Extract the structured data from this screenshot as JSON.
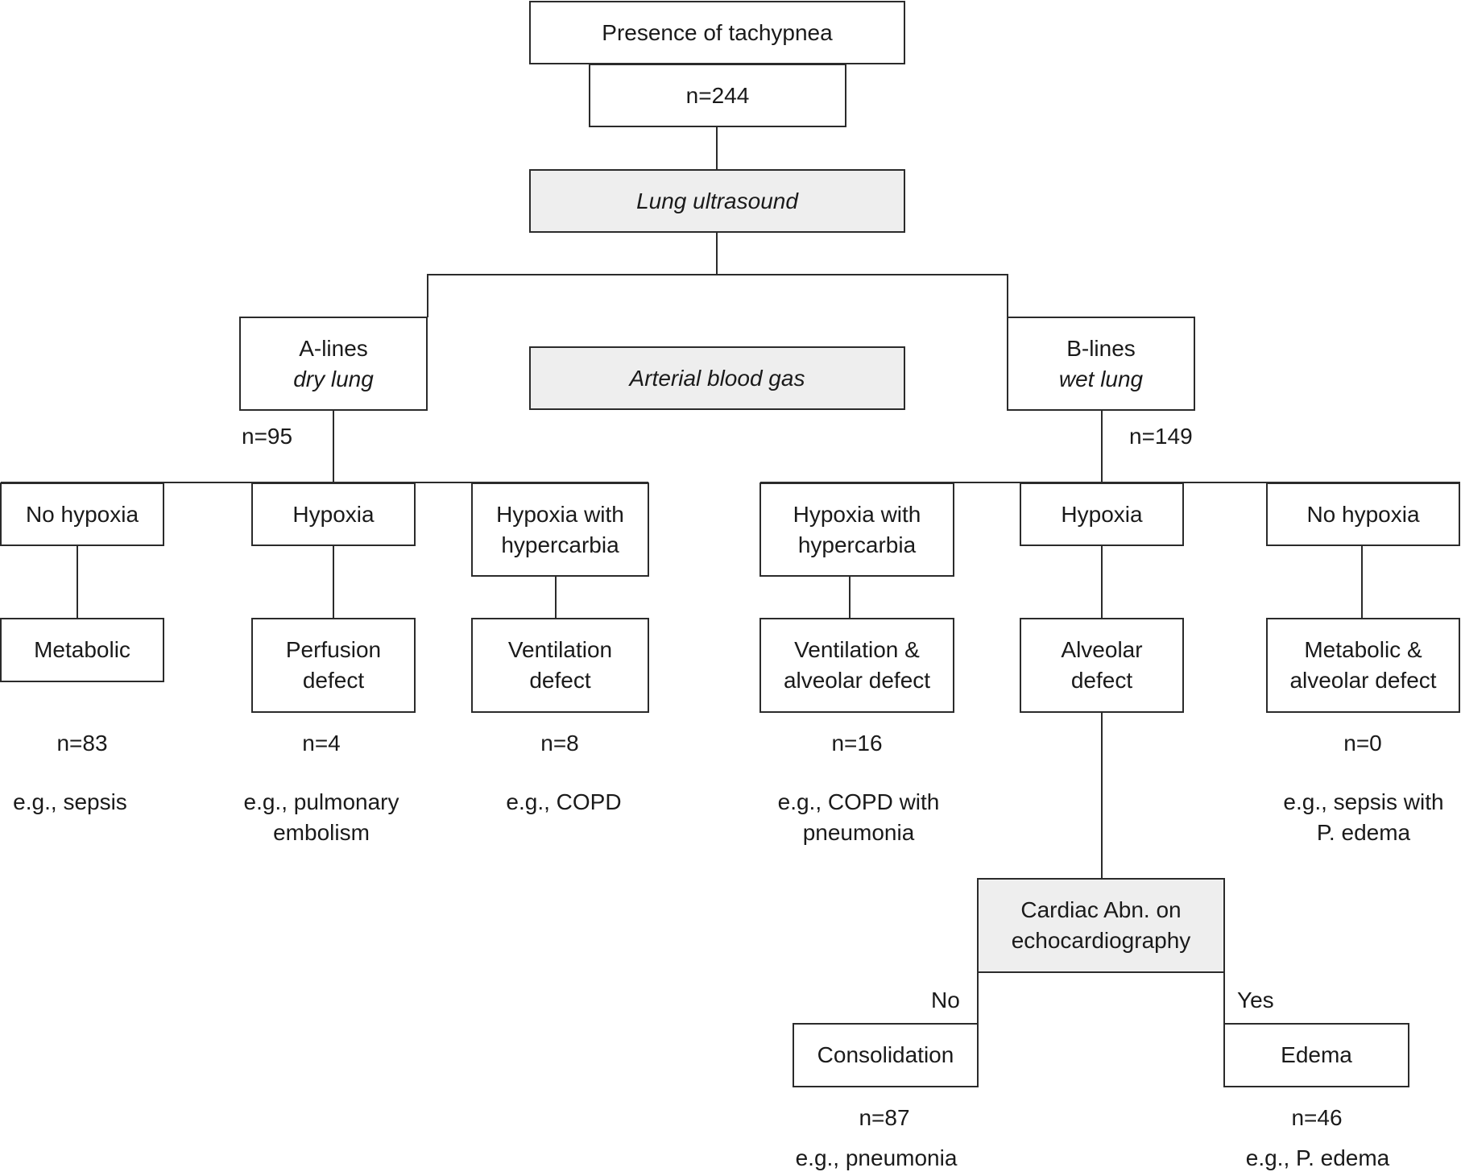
{
  "root": {
    "title": "Presence of tachypnea",
    "count": "n=244"
  },
  "tests": {
    "lung_ultrasound": "Lung ultrasound",
    "arterial_blood_gas": "Arterial blood gas",
    "echo_line1": "Cardiac Abn. on",
    "echo_line2": "echocardiography"
  },
  "a_lines": {
    "line1": "A-lines",
    "line2": "dry lung",
    "count": "n=95",
    "branches": [
      {
        "state": [
          "No hypoxia"
        ],
        "defect": [
          "Metabolic"
        ],
        "count": "n=83",
        "example": [
          "e.g., sepsis"
        ]
      },
      {
        "state": [
          "Hypoxia"
        ],
        "defect": [
          "Perfusion",
          "defect"
        ],
        "count": "n=4",
        "example": [
          "e.g., pulmonary",
          "embolism"
        ]
      },
      {
        "state": [
          "Hypoxia with",
          "hypercarbia"
        ],
        "defect": [
          "Ventilation",
          "defect"
        ],
        "count": "n=8",
        "example": [
          "e.g., COPD"
        ]
      }
    ]
  },
  "b_lines": {
    "line1": "B-lines",
    "line2": "wet lung",
    "count": "n=149",
    "branches": [
      {
        "state": [
          "Hypoxia with",
          "hypercarbia"
        ],
        "defect": [
          "Ventilation &",
          "alveolar defect"
        ],
        "count": "n=16",
        "example": [
          "e.g., COPD with",
          "pneumonia"
        ]
      },
      {
        "state": [
          "Hypoxia"
        ],
        "defect": [
          "Alveolar",
          "defect"
        ]
      },
      {
        "state": [
          "No hypoxia"
        ],
        "defect": [
          "Metabolic &",
          "alveolar defect"
        ],
        "count": "n=0",
        "example": [
          "e.g., sepsis with",
          "P. edema"
        ]
      }
    ]
  },
  "echo_outcomes": {
    "no": {
      "answer": "No",
      "result": "Consolidation",
      "count": "n=87",
      "example": "e.g., pneumonia"
    },
    "yes": {
      "answer": "Yes",
      "result": "Edema",
      "count": "n=46",
      "example": "e.g., P. edema"
    }
  },
  "colors": {
    "line": "#2b2b2b",
    "test_fill": "#eeeeee",
    "box_fill": "#ffffff"
  }
}
